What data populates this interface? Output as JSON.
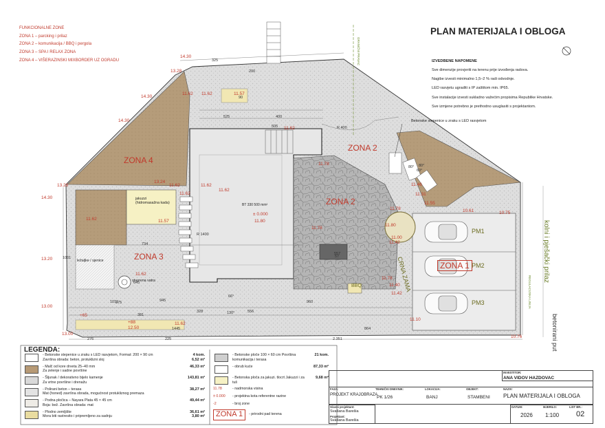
{
  "title": "PLAN MATERIJALA I OBLOGA",
  "zone_list": [
    "FUNKCIONALNE ZONE",
    "ZONA 1 – parcking i prilaz",
    "ZONA 2 – komunikacija / BBQ i pergola",
    "ZONA 3 – SPA I RELAX ZONA",
    "ZONA 4 – VIŠERAZINSKI MIXBORDER UZ OGRADU"
  ],
  "notes": {
    "heading": "IZVEDBENE NAPOMENE",
    "items": [
      "Sve dimenzije provjeriti na terenu prije izvođenja radova.",
      "Nagibe izvesti minimalno 1,5–2 % radi odvodnje.",
      "LED rasvjetu ugraditi s IP zaštitom min. IP65.",
      "Sve instalacije izvesti sukladno važećim propisima Republike Hrvatske.",
      "Sve izmjene potrebno je prethodno usuglasiti s projektantom."
    ]
  },
  "plan": {
    "zones": [
      "ZONA 4",
      "ZONA 3",
      "ZONA 2",
      "ZONA 2",
      "ZONA 1"
    ],
    "callout_steps": "Betonske stepenice u zraku s LED rasvjetom",
    "street": "kolni i pješački prilaz",
    "street_surface": "betonirani put",
    "road_label": "CRNA ZAMA",
    "neighbour_top": "GRANIČNI PRAVAC",
    "neighbour_right": "REGULACIJSKA LINIJA",
    "jakuzzi": "jakuzzi (hidromasažna kada)",
    "fire": "otvorena vatra",
    "lounge": "ležaljke / sjenice",
    "bbq": "BBQ",
    "house_area": "BT 330 500 mm²",
    "house_level": "± 0.000",
    "house_elev": "11.80",
    "parking": [
      "PM1",
      "PM2",
      "PM3"
    ],
    "elevations": [
      {
        "t": "14.30",
        "c": "t"
      },
      {
        "t": "13.28",
        "c": "r"
      },
      {
        "t": "11.62",
        "c": "r"
      },
      {
        "t": "11.57",
        "c": "r"
      },
      {
        "t": "14.30",
        "c": "t"
      },
      {
        "t": "14.30",
        "c": "t"
      },
      {
        "t": "13.28",
        "c": "r"
      },
      {
        "t": "13.24",
        "c": "r"
      },
      {
        "t": "11.62",
        "c": "r"
      },
      {
        "t": "11.62",
        "c": "r"
      },
      {
        "t": "11.62",
        "c": "r"
      },
      {
        "t": "11.62",
        "c": "r"
      },
      {
        "t": "11.62",
        "c": "r"
      },
      {
        "t": "11.57",
        "c": "r"
      },
      {
        "t": "14.30",
        "c": "t"
      },
      {
        "t": "13.20",
        "c": "r"
      },
      {
        "t": "13.00",
        "c": "r"
      },
      {
        "t": "+65",
        "c": "r"
      },
      {
        "t": "+88",
        "c": "r"
      },
      {
        "t": "12.50",
        "c": "r"
      },
      {
        "t": "11.62",
        "c": "r"
      },
      {
        "t": "11.62",
        "c": "r"
      },
      {
        "t": "11.62",
        "c": "r"
      },
      {
        "t": "11.78",
        "c": "r"
      },
      {
        "t": "11.62",
        "c": "r"
      },
      {
        "t": "11.78",
        "c": "r"
      },
      {
        "t": "11.80",
        "c": "r"
      },
      {
        "t": "11.78",
        "c": "r"
      },
      {
        "t": "11.00",
        "c": "r"
      },
      {
        "t": "11.42",
        "c": "r"
      },
      {
        "t": "11.42",
        "c": "r"
      },
      {
        "t": "11.40",
        "c": "r"
      },
      {
        "t": "11.78",
        "c": "r"
      },
      {
        "t": "11.46",
        "c": "r"
      },
      {
        "t": "11.31",
        "c": "r"
      },
      {
        "t": "11.55",
        "c": "r"
      },
      {
        "t": "10.61",
        "c": "r"
      },
      {
        "t": "10.75",
        "c": "r"
      },
      {
        "t": "11.10",
        "c": "r"
      },
      {
        "t": "10.76",
        "c": "r"
      },
      {
        "t": "13.00",
        "c": "r"
      }
    ],
    "dimensions": [
      "325",
      "200",
      "525",
      "400",
      "505",
      "R 400",
      "734",
      "557",
      "R 1400",
      "645",
      "1011",
      "945",
      "328",
      "556",
      "960",
      "1445",
      "864",
      "2.351",
      "375",
      "276",
      "225",
      "381",
      "1001",
      "80°",
      "80°",
      "60°",
      "130°",
      "66°",
      "57",
      "90"
    ]
  },
  "legend": {
    "title": "LEGENDA:",
    "left": [
      {
        "text": "- Betonske stepenice u zraku s LED rasvjetom, Format: 200 × 90 cm\nZavršna obrada: beton, protuklizni sloj",
        "qty": "4 kom.\n6,52 m²",
        "color": "#ffffff"
      },
      {
        "text": "- Malč od kore drveta 25–40 mm\nZa zelenje i sadne površine",
        "qty": "46,33 m²",
        "color": "#b79a76"
      },
      {
        "text": "- Šljunak / dekorativno bijelo kamenje\nZa vrtne površine i drenažu",
        "qty": "143,81 m²",
        "color": "#d9d9d9"
      },
      {
        "text": "- Polirani beton – terasa\nMat (honed) završna obrada, mogućnost protukliznog premaza",
        "qty": "38,27 m²",
        "color": "#e3e3e3"
      },
      {
        "text": "- Podna pločica – Nayara Plata 45 × 45 cm\nBoja: bež. Završna obrada: mat",
        "qty": "49,44 m²",
        "color": "#efece6"
      },
      {
        "text": "- Plodno zemljište\nMora biti rastresito i pripremljeno za sadnju",
        "qty": "36,61 m²\n3,80 m²",
        "color": "#e9dca0"
      }
    ],
    "right": [
      {
        "text": "- Betonske ploče 100 × 60 cm\nPovršina komunikacija i terasa",
        "qty": "21 kom.",
        "color": "#cfcfcf"
      },
      {
        "text": "- obrub kuće",
        "qty": "87,33 m²",
        "color": "#ffffff"
      },
      {
        "text": "- Betonska ploča za jakuzi. tlocrt Jakuzzi i za tuš",
        "qty": "9,68 m²",
        "color": "#f6f1c4"
      }
    ],
    "symbols": [
      {
        "sym": "11.78",
        "text": "- nadmorska visina"
      },
      {
        "sym": "± 0.000",
        "text": "- projektna kota referentne razine"
      },
      {
        "sym": "-2",
        "text": "- broj zone"
      },
      {
        "sym": "ZONA 1",
        "text": "- prirodni pad terena"
      }
    ]
  },
  "titleblock": {
    "investor_label": "INVESTITOR:",
    "investor": "ANA VIDOV HAZDOVAC",
    "faza_label": "FAZA:",
    "tech_label": "TEHNIČKI DNEVNIK:",
    "location_label": "LOKACIJA:",
    "objekt_label": "OBJEKT:",
    "naziv_label": "NAZIV:",
    "phase": "PROJEKT KRAJOBRAZA",
    "tech": "PK 1/26",
    "location": "BANJ",
    "object": "STAMBENI",
    "drawing": "PLAN MATERIJALA I OBLOGA",
    "designer_label": "Glavni projektant:",
    "designer": "Svatlana Barešia",
    "author_label": "Projektant:",
    "author": "Svatlana Barešia",
    "date_label": "DATUM:",
    "scale_label": "MJERILO:",
    "sheet_label": "LIST BR.:",
    "year": "2026",
    "scale": "1:100",
    "sheet": "02"
  }
}
